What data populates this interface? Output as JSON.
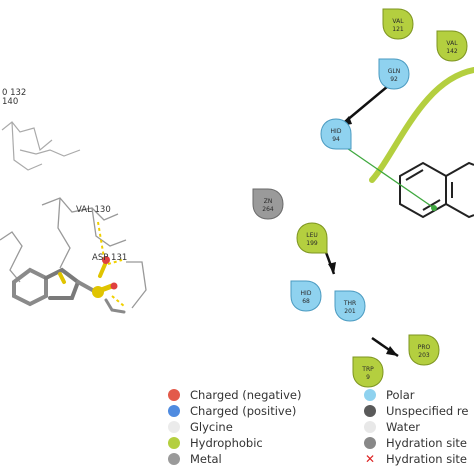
{
  "colors": {
    "charged_negative": "#e35a4a",
    "charged_positive": "#4f8be0",
    "glycine": "#ebebeb",
    "hydrophobic": "#b4cf3f",
    "metal": "#9a9a9a",
    "polar": "#8fd2ef",
    "unspecified": "#5a5a5a",
    "water": "#e8e8e8",
    "hydration_site": "#d22222",
    "pipi_line": "#3fa83f",
    "hbond_line": "#111111",
    "pocket_curve": "#b4cf3f",
    "ligand_3d": "#9a9a9a",
    "sulfur": "#e0c400",
    "hbond_3d": "#f0d000"
  },
  "view3d": {
    "labels": {
      "val130": "VAL 130",
      "asp131": "ASP 131",
      "top_a": "0 132",
      "top_b": "140"
    }
  },
  "residues": [
    {
      "id": "val121",
      "name": "VAL",
      "num": "121",
      "type": "hydrophobic"
    },
    {
      "id": "val142",
      "name": "VAL",
      "num": "142",
      "type": "hydrophobic"
    },
    {
      "id": "gln92",
      "name": "GLN",
      "num": "92",
      "type": "polar"
    },
    {
      "id": "his94",
      "name": "HID",
      "num": "94",
      "type": "polar"
    },
    {
      "id": "zn264",
      "name": "ZN",
      "num": "264",
      "type": "metal"
    },
    {
      "id": "leu199",
      "name": "LEU",
      "num": "199",
      "type": "hydrophobic"
    },
    {
      "id": "hid68",
      "name": "HID",
      "num": "68",
      "type": "polar"
    },
    {
      "id": "thr201",
      "name": "THR",
      "num": "201",
      "type": "polar"
    },
    {
      "id": "pro203",
      "name": "PRO",
      "num": "203",
      "type": "hydrophobic"
    },
    {
      "id": "trp9",
      "name": "TRP",
      "num": "9",
      "type": "hydrophobic"
    }
  ],
  "legend": {
    "left": [
      {
        "label": "Charged (negative)",
        "color": "#e35a4a"
      },
      {
        "label": "Charged (positive)",
        "color": "#4f8be0"
      },
      {
        "label": "Glycine",
        "color": "#ebebeb"
      },
      {
        "label": "Hydrophobic",
        "color": "#b4cf3f"
      },
      {
        "label": "Metal",
        "color": "#9a9a9a"
      }
    ],
    "right": [
      {
        "label": "Polar",
        "color": "#8fd2ef"
      },
      {
        "label": "Unspecified re",
        "color": "#5a5a5a"
      },
      {
        "label": "Water",
        "color": "#e8e8e8"
      },
      {
        "label": "Hydration site",
        "color": "#888888"
      },
      {
        "label": "Hydration site",
        "icon": "x-mark-icon"
      }
    ]
  }
}
